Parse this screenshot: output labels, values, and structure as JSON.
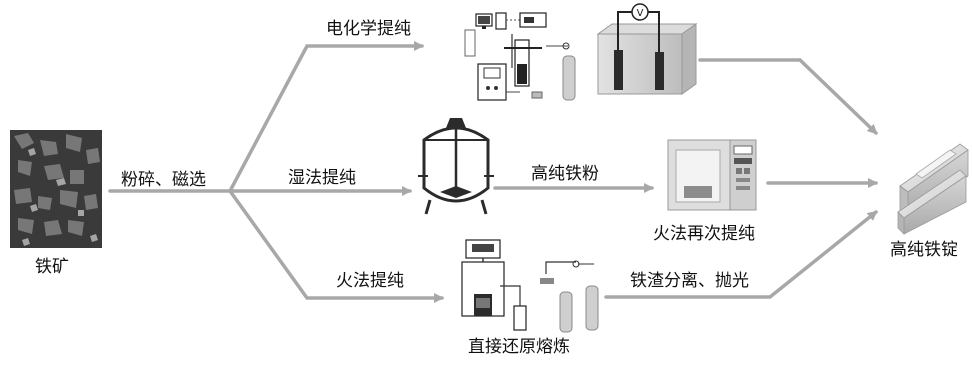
{
  "nodes": {
    "iron_ore": "铁矿",
    "high_purity_ingot": "高纯铁锭"
  },
  "edges": {
    "crush_magnetic": "粉碎、磁选",
    "electrochemical": "电化学提纯",
    "wet": "湿法提纯",
    "fire": "火法提纯",
    "high_purity_powder": "高纯铁粉",
    "slag_polish": "铁渣分离、抛光"
  },
  "stages": {
    "fire_repurify": "火法再次提纯",
    "direct_reduction": "直接还原熔炼"
  },
  "colors": {
    "arrow": "#a8a8a8",
    "equipment": "#d9d9d9",
    "dark": "#2b2b2b"
  }
}
